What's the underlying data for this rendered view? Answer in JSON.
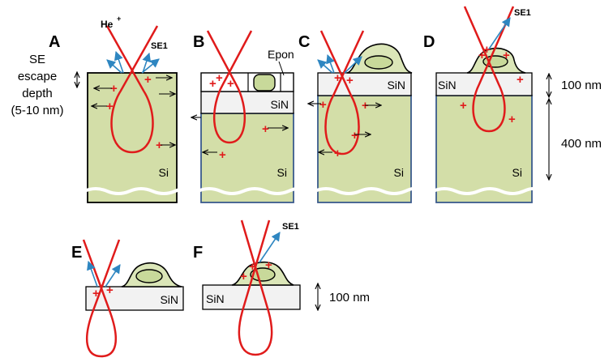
{
  "panels": {
    "a": "A",
    "b": "B",
    "c": "C",
    "d": "D",
    "e": "E",
    "f": "F"
  },
  "beam_label": "He",
  "beam_charge": "+",
  "se1": "SE1",
  "plus": "+",
  "materials": {
    "si": "Si",
    "sin": "SiN",
    "epon": "Epon"
  },
  "side": {
    "escape_line1": "SE",
    "escape_line2": "escape",
    "escape_line3": "depth",
    "escape_line4": "(5-10 nm)",
    "dim_sin": "100 nm",
    "dim_si": "400 nm",
    "dim_bottom": "100 nm"
  },
  "colors": {
    "beam": "#e01b1b",
    "secondary_electron": "#2e86c1",
    "silicon": "#d3dea8",
    "sin": "#f2f2f2"
  }
}
